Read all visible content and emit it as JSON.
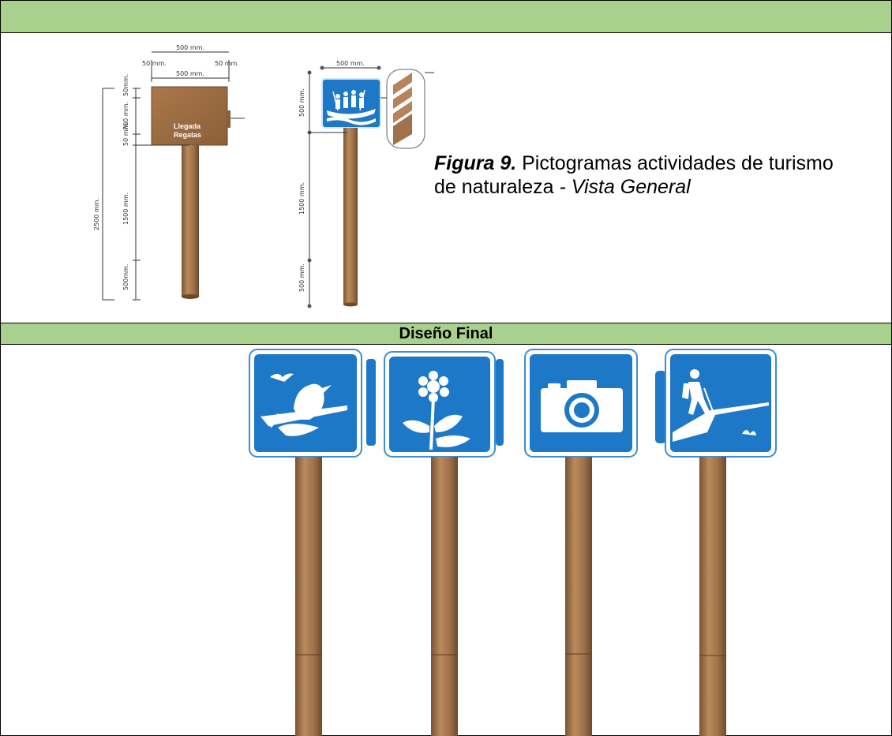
{
  "header": {
    "title": ""
  },
  "sketch_a": {
    "width_top": "500 mm.",
    "margin_left": "50 mm.",
    "margin_right": "50 mm.",
    "width_inner": "500 mm.",
    "v_50_top": "50mm.",
    "v_700": "700 mm.",
    "v_50_bottom": "50 mm.",
    "v_1500": "1500 mm.",
    "v_500": "500mm.",
    "v_total": "2500 mm.",
    "board_text_1": "Llegada",
    "board_text_2": "Regatas"
  },
  "sketch_b": {
    "width_top": "500 mm.",
    "v_500_top": "500 mm.",
    "v_1500": "1500 mm.",
    "v_500_bottom": "500 mm."
  },
  "caption": {
    "label": "Figura 9.",
    "text": " Pictogramas actividades de turismo de naturaleza ",
    "subtitle": "- Vista General"
  },
  "section": {
    "title": "Diseño Final"
  },
  "final_signs": [
    {
      "icon": "bird-icon"
    },
    {
      "icon": "flower-icon"
    },
    {
      "icon": "camera-icon"
    },
    {
      "icon": "hiker-icon"
    }
  ],
  "colors": {
    "green": "#a9d18e",
    "sign_blue": "#1e78c8",
    "wood": "#a0714a"
  }
}
